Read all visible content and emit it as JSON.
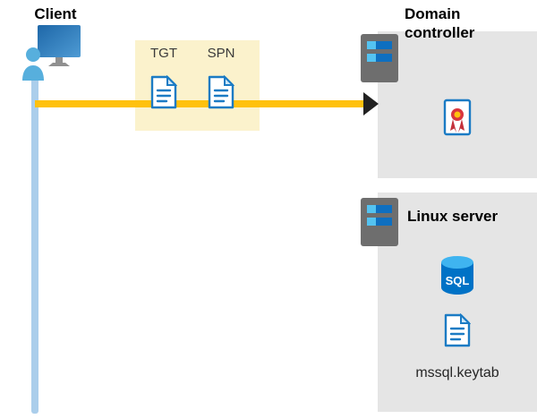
{
  "client": {
    "label": "Client"
  },
  "tokens": {
    "tgt": "TGT",
    "spn": "SPN"
  },
  "domain_controller": {
    "label": "Domain controller"
  },
  "linux_server": {
    "label": "Linux server",
    "sql_badge": "SQL",
    "keytab": "mssql.keytab"
  },
  "colors": {
    "arrow": "#ffc10d",
    "arrowhead": "#222222",
    "token_box_bg": "#fbf2cc",
    "server_box_bg": "#e5e5e5",
    "accent_blue": "#1b7bc4",
    "sql_body_blue": "#0072c6",
    "sql_top_blue": "#3fb4f0",
    "lifeline_blue": "#abceeb",
    "person_blue": "#57afdd",
    "seal_red": "#d9363e",
    "seal_yellow": "#ffc20e"
  }
}
